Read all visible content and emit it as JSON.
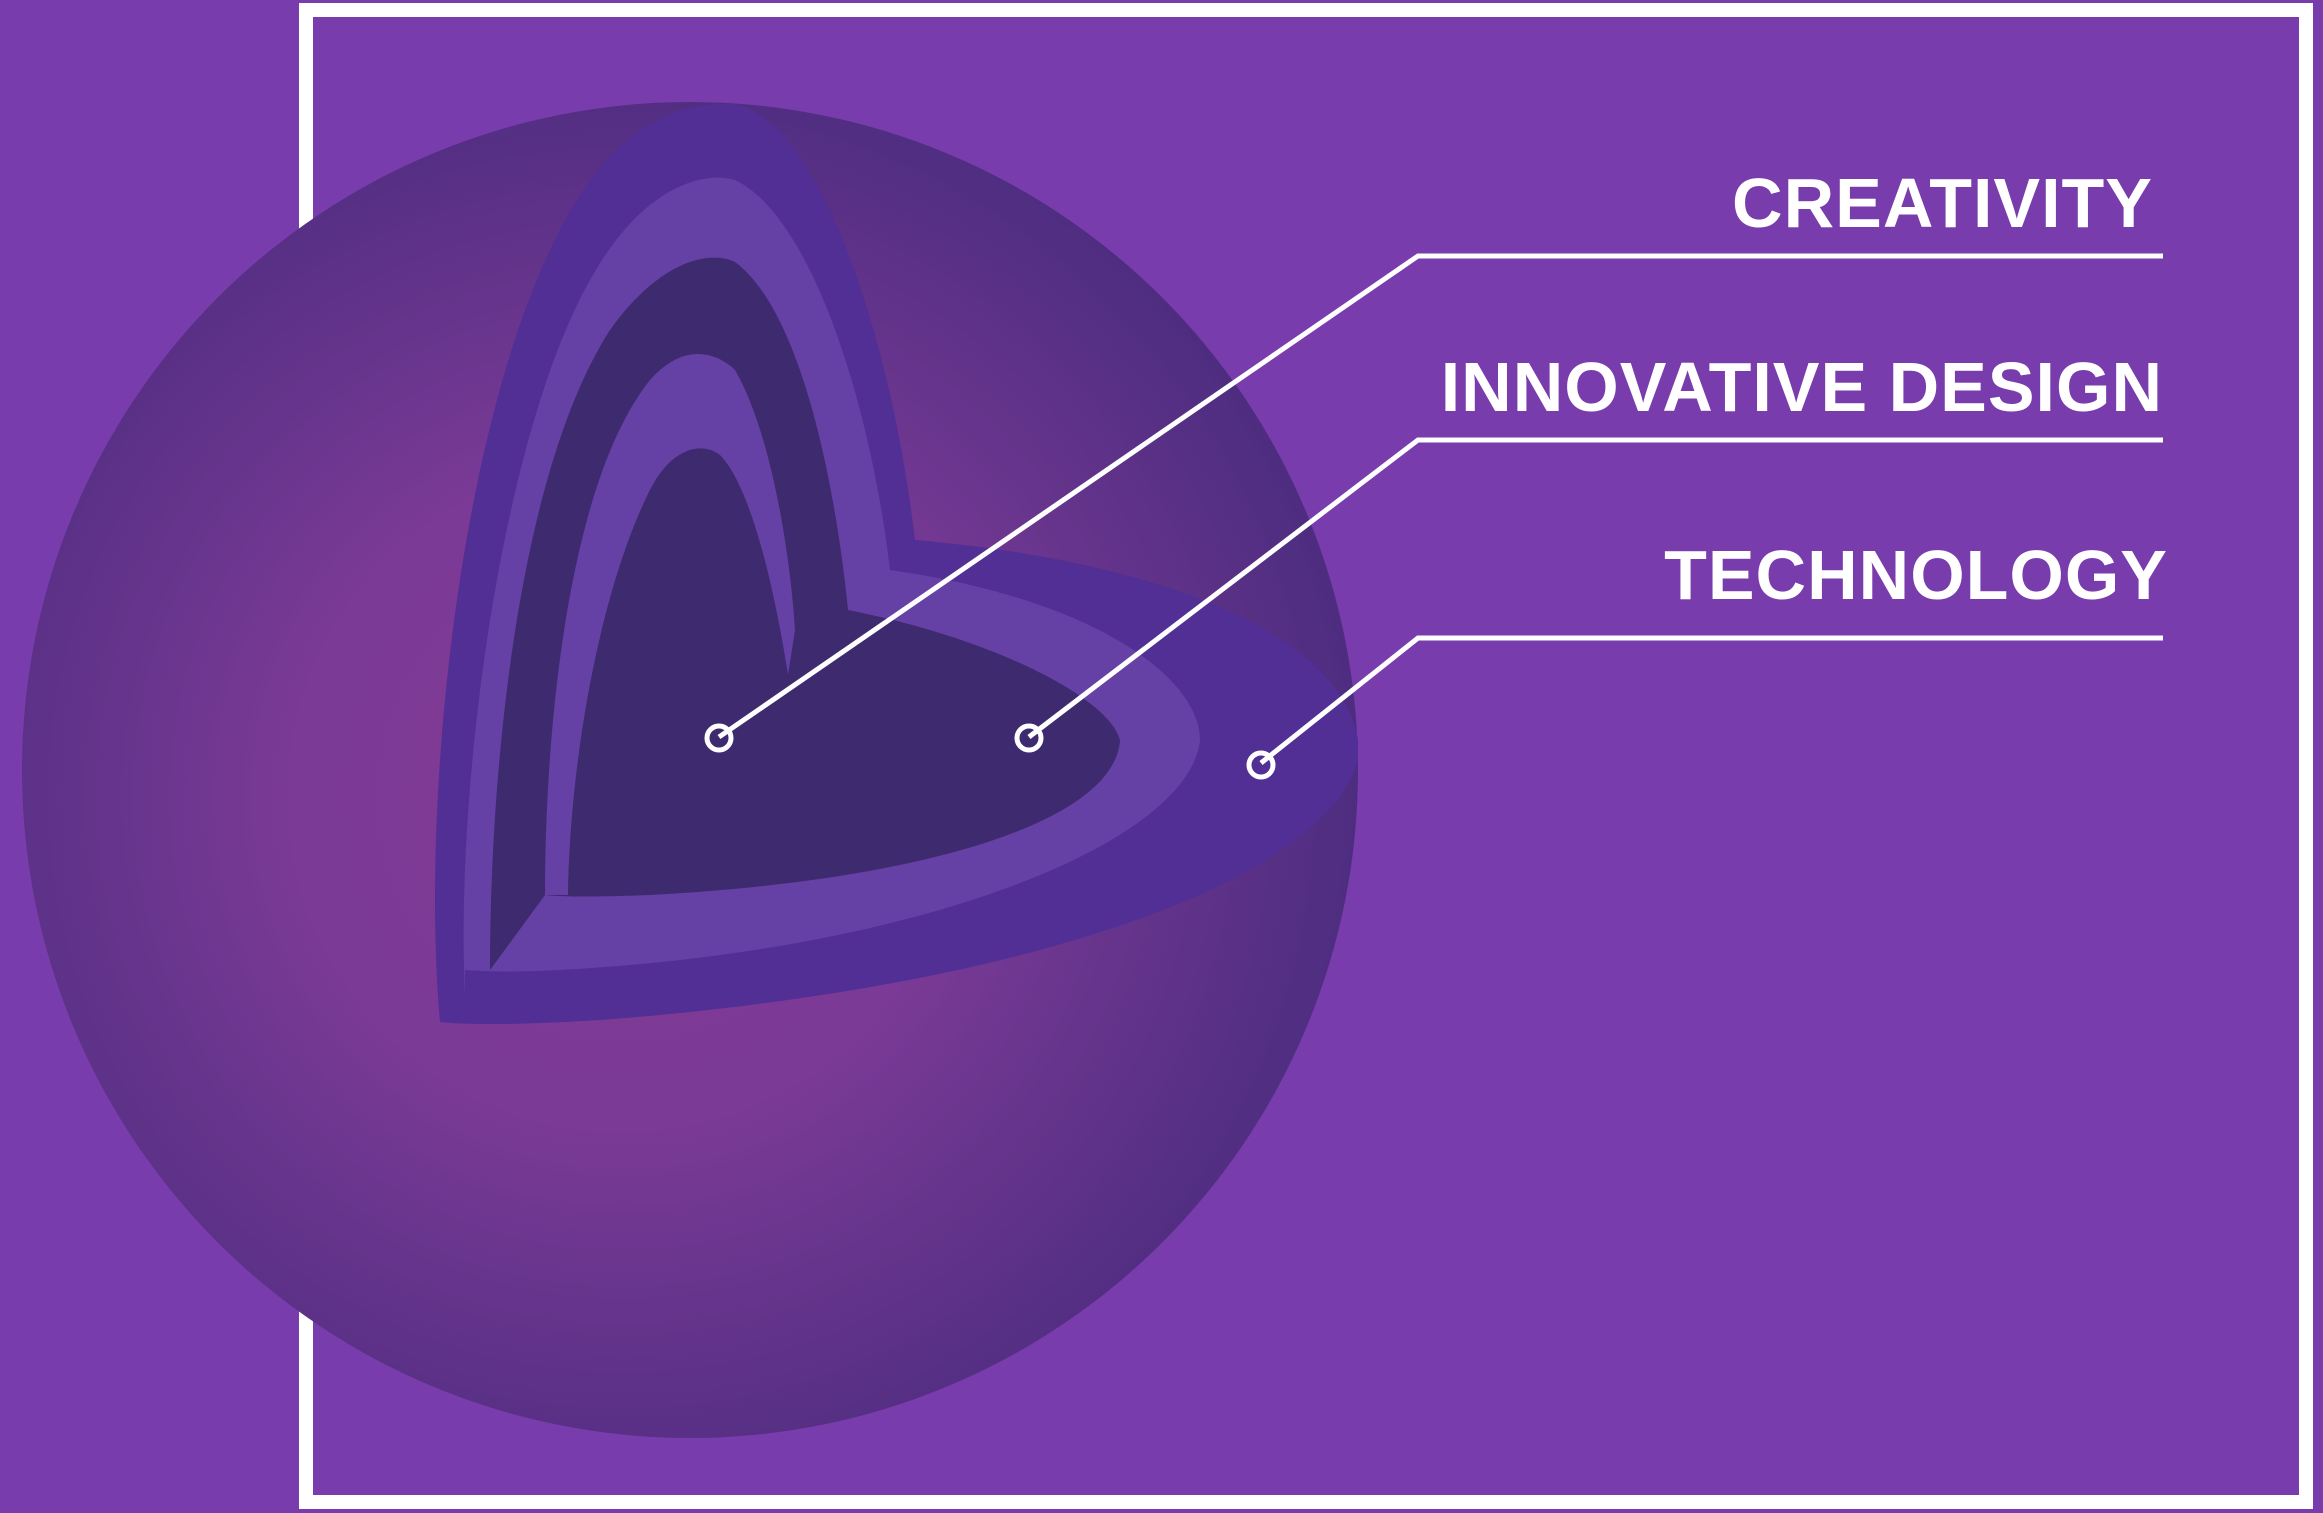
{
  "colors": {
    "background": "#783cad",
    "frame": "#ffffff",
    "sphere_center": "#843a94",
    "sphere_edge": "#4e2d80",
    "cut_outer": "#512f95",
    "cut_middle": "#6540a5",
    "cut_inner": "#3e2a6e",
    "label_text": "#ffffff",
    "leader_line": "#ffffff"
  },
  "layers": [
    {
      "id": "inner-core",
      "label": "CREATIVITY"
    },
    {
      "id": "middle-layer",
      "label": "INNOVATIVE DESIGN"
    },
    {
      "id": "outer-layer",
      "label": "TECHNOLOGY"
    }
  ]
}
